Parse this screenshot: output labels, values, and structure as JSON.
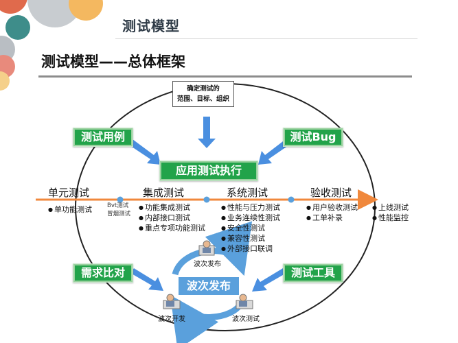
{
  "slide_title": "测试模型",
  "frame_title": "测试模型——总体框架",
  "scope_box": {
    "line1": "确定测试的",
    "line2": "范围、目标、组织"
  },
  "center_box": "应用测试执行",
  "corner_boxes": {
    "top_left": "测试用例",
    "top_right": "测试Bug",
    "bottom_left": "需求比对",
    "bottom_right": "测试工具"
  },
  "stages": [
    {
      "label": "单元测试",
      "items": [
        "单功能测试"
      ]
    },
    {
      "label": "集成测试",
      "items": [
        "功能集成测试",
        "内部接口测试",
        "重点专项功能测试"
      ]
    },
    {
      "label": "系统测试",
      "items": [
        "性能与压力测试",
        "业务连续性测试",
        "安全性测试",
        "兼容性测试",
        "外部接口联调"
      ]
    },
    {
      "label": "验收测试",
      "items": [
        "用户验收测试",
        "工单补录"
      ]
    }
  ],
  "bvt_items": [
    "Bvt测试",
    "冒烟测试"
  ],
  "end_items": [
    "上线测试",
    "性能监控"
  ],
  "wave": {
    "center": "波次发布",
    "release": "波次发布",
    "develop": "波次开发",
    "test": "波次测试"
  },
  "colors": {
    "green": "#22a34a",
    "blue_arrow": "#4a8fe0",
    "orange_line": "#f0883c",
    "wave_blue": "#5aa0dc"
  }
}
